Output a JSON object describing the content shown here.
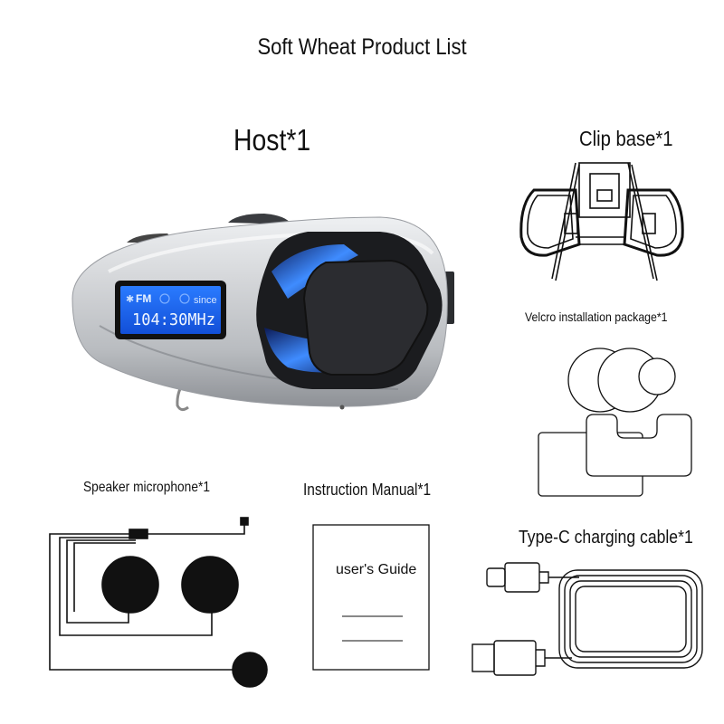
{
  "page": {
    "title": "Soft Wheat Product List"
  },
  "items": {
    "host": {
      "label": "Host*1"
    },
    "clip_base": {
      "label": "Clip base*1"
    },
    "velcro": {
      "label": "Velcro installation package*1"
    },
    "speaker_mic": {
      "label": "Speaker microphone*1"
    },
    "manual": {
      "label": "Instruction Manual*1",
      "cover_text": "user's Guide"
    },
    "cable": {
      "label": "Type-C charging cable*1"
    }
  },
  "display": {
    "mode": "FM",
    "status": "since",
    "frequency": "104:30MHz",
    "backlight_color": "#1f6fff"
  },
  "colors": {
    "accent_blue": "#2f7bff",
    "body_silver": "#c9cbce",
    "line": "#111111"
  }
}
